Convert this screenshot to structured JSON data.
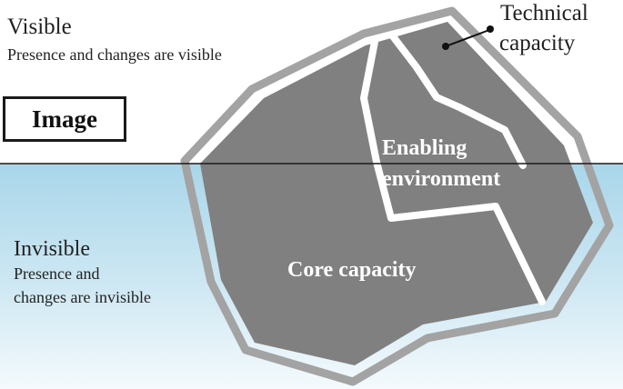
{
  "visible": {
    "title": "Visible",
    "description": "Presence and changes are visible"
  },
  "image_box": {
    "label": "Image"
  },
  "invisible": {
    "title": "Invisible",
    "description_line1": "Presence and",
    "description_line2": "changes are invisible"
  },
  "layers": {
    "technical_line1": "Technical",
    "technical_line2": "capacity",
    "enabling_line1": "Enabling",
    "enabling_line2": "environment",
    "core": "Core capacity"
  },
  "colors": {
    "water_top": "#a9d6ea",
    "water_bottom": "#f4fafd",
    "iceberg_fill": "#808080",
    "iceberg_outline": "#a3a3a3",
    "separator": "#ffffff",
    "waterline": "#1a1a1a"
  }
}
